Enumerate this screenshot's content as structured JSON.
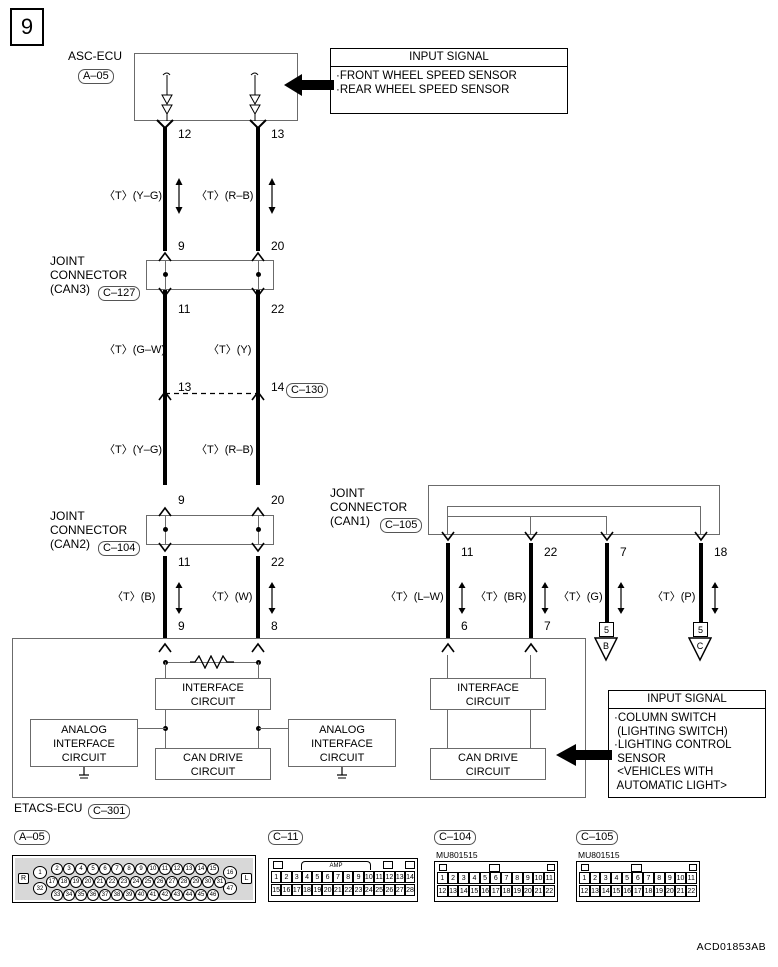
{
  "page": {
    "number": "9",
    "doc_id": "ACD01853AB"
  },
  "ecu_top": {
    "label": "ASC-ECU",
    "connector": "A–05",
    "pins": [
      "12",
      "13"
    ]
  },
  "input_signal_top": {
    "title": "INPUT SIGNAL",
    "lines": "·FRONT WHEEL SPEED SENSOR\n·REAR WHEEL SPEED SENSOR"
  },
  "input_signal_bottom": {
    "title": "INPUT SIGNAL",
    "lines": "·COLUMN SWITCH\n (LIGHTING SWITCH)\n·LIGHTING CONTROL\n SENSOR\n <VEHICLES WITH\n AUTOMATIC LIGHT>"
  },
  "joint_can3": {
    "label_l1": "JOINT",
    "label_l2": "CONNECTOR",
    "label_l3": "(CAN3)",
    "connector": "C–127",
    "pins_top": [
      "9",
      "20"
    ],
    "pins_bottom": [
      "11",
      "22"
    ]
  },
  "joint_can2": {
    "label_l1": "JOINT",
    "label_l2": "CONNECTOR",
    "label_l3": "(CAN2)",
    "connector": "C–104",
    "pins_top": [
      "9",
      "20"
    ],
    "pins_bottom": [
      "11",
      "22"
    ]
  },
  "joint_can1": {
    "label_l1": "JOINT",
    "label_l2": "CONNECTOR",
    "label_l3": "(CAN1)",
    "connector": "C–105",
    "pins_bottom": [
      "11",
      "22",
      "7",
      "18"
    ]
  },
  "inline_c130": {
    "connector": "C–130",
    "pin_left": "13",
    "pin_right": "14"
  },
  "wires": {
    "seg1_left": "〈T〉(Y–G)",
    "seg1_right": "〈T〉(R–B)",
    "seg2_left": "〈T〉(G–W)",
    "seg2_right": "〈T〉(Y)",
    "seg3_left": "〈T〉(Y–G)",
    "seg3_right": "〈T〉(R–B)",
    "seg4_left": "〈T〉(B)",
    "seg4_right": "〈T〉(W)",
    "seg5_a": "〈T〉(L–W)",
    "seg5_b": "〈T〉(BR)",
    "seg5_c": "〈T〉(G)",
    "seg5_d": "〈T〉(P)"
  },
  "etacs": {
    "label": "ETACS-ECU",
    "connector": "C–301",
    "pins_top": [
      "9",
      "8",
      "6",
      "7"
    ],
    "interface_left": "INTERFACE\nCIRCUIT",
    "interface_right": "INTERFACE\nCIRCUIT",
    "can_drive_left": "CAN DRIVE\nCIRCUIT",
    "can_drive_right": "CAN DRIVE\nCIRCUIT",
    "analog_left": "ANALOG\nINTERFACE\nCIRCUIT",
    "analog_right": "ANALOG\nINTERFACE\nCIRCUIT"
  },
  "grounds": [
    {
      "number": "5",
      "code": "B"
    },
    {
      "number": "5",
      "code": "C"
    }
  ],
  "connector_views": [
    {
      "tag": "A–05",
      "part_code": "",
      "type": "round",
      "side_left": "R",
      "side_right": "L",
      "end_left_top": "1",
      "end_left_bottom": "32",
      "end_right_top": "16",
      "end_right_bottom": "47",
      "row_top": [
        "2",
        "3",
        "4",
        "5",
        "6",
        "7",
        "8",
        "9",
        "10",
        "11",
        "12",
        "13",
        "14",
        "15"
      ],
      "row_mid": [
        "17",
        "18",
        "19",
        "20",
        "21",
        "22",
        "23",
        "24",
        "25",
        "26",
        "27",
        "28",
        "29",
        "30",
        "31"
      ],
      "row_bot": [
        "33",
        "34",
        "35",
        "36",
        "37",
        "38",
        "39",
        "40",
        "41",
        "42",
        "43",
        "44",
        "45",
        "46"
      ]
    },
    {
      "tag": "C–11",
      "part_code": "",
      "type": "rect",
      "center_label": "AMP",
      "row_top": [
        "1",
        "2",
        "3",
        "4",
        "5",
        "6",
        "7",
        "8",
        "9",
        "10",
        "11",
        "12",
        "13",
        "14"
      ],
      "row_bot": [
        "15",
        "16",
        "17",
        "18",
        "19",
        "20",
        "21",
        "22",
        "23",
        "24",
        "25",
        "26",
        "27",
        "28"
      ]
    },
    {
      "tag": "C–104",
      "part_code": "MU801515",
      "type": "rect",
      "center_label": "",
      "row_top": [
        "1",
        "2",
        "3",
        "4",
        "5",
        "6",
        "7",
        "8",
        "9",
        "10",
        "11"
      ],
      "row_bot": [
        "12",
        "13",
        "14",
        "15",
        "16",
        "17",
        "18",
        "19",
        "20",
        "21",
        "22"
      ]
    },
    {
      "tag": "C–105",
      "part_code": "MU801515",
      "type": "rect",
      "center_label": "",
      "row_top": [
        "1",
        "2",
        "3",
        "4",
        "5",
        "6",
        "7",
        "8",
        "9",
        "10",
        "11"
      ],
      "row_bot": [
        "12",
        "13",
        "14",
        "15",
        "16",
        "17",
        "18",
        "19",
        "20",
        "21",
        "22"
      ]
    }
  ]
}
